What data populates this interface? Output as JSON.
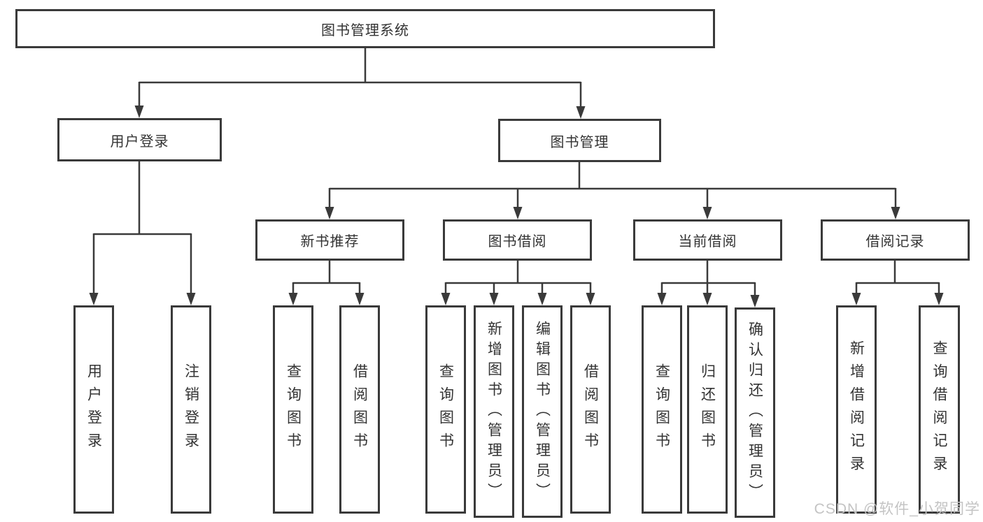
{
  "diagram": {
    "root": "图书管理系统",
    "level2": {
      "user_login": "用户登录",
      "book_mgmt": "图书管理"
    },
    "level3": {
      "new_book_rec": "新书推荐",
      "book_borrow": "图书借阅",
      "current_borrow": "当前借阅",
      "borrow_records": "借阅记录"
    },
    "leaves": {
      "user_login": "用户登录",
      "logout": "注销登录",
      "rec_query_books": "查询图书",
      "rec_borrow_books": "借阅图书",
      "bb_query_books": "查询图书",
      "bb_add_books": "新增图书（管理员）",
      "bb_edit_books": "编辑图书（管理员）",
      "bb_borrow_books": "借阅图书",
      "cb_query_books": "查询图书",
      "cb_return_books": "归还图书",
      "cb_confirm_return": "确认归还（管理员）",
      "br_add_record": "新增借阅记录",
      "br_query_record": "查询借阅记录"
    }
  },
  "watermark": "CSDN @软件_小贺同学",
  "colors": {
    "line": "#3a3a3a",
    "text": "#333333",
    "background": "#ffffff",
    "watermark": "#c4c4c4"
  }
}
